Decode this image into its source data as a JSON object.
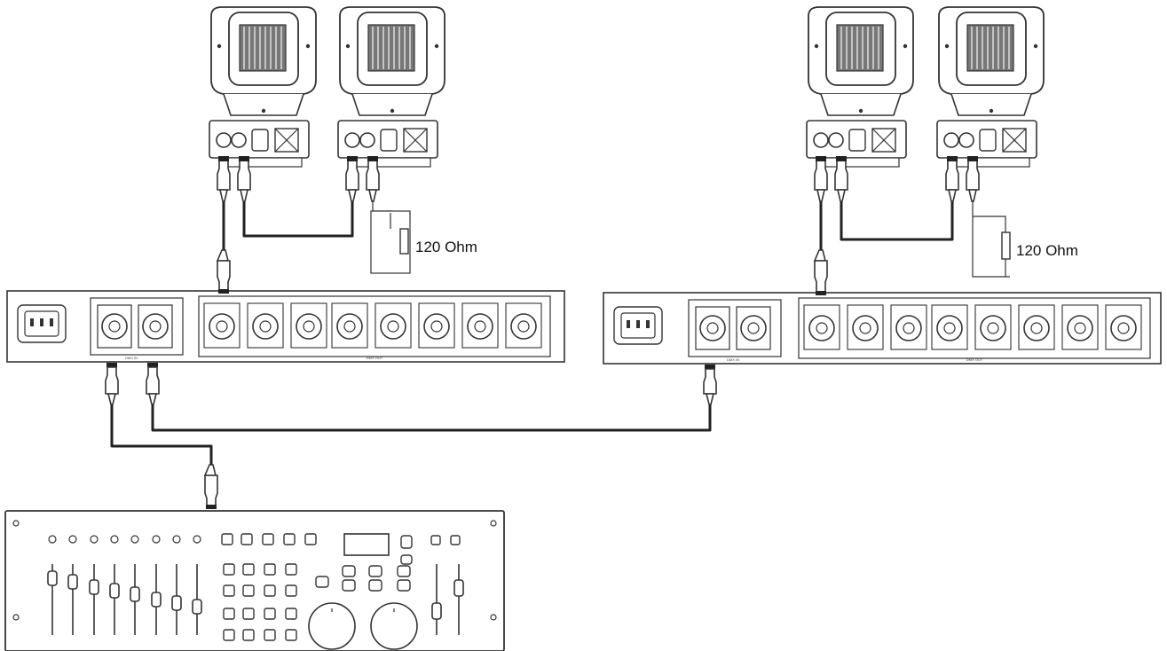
{
  "terminator": {
    "label_left": "120 Ohm",
    "label_right": "120 Ohm"
  },
  "splitter": {
    "dmx_in_label": "DMX IN",
    "dmx_out_label": "DMX OUT"
  }
}
